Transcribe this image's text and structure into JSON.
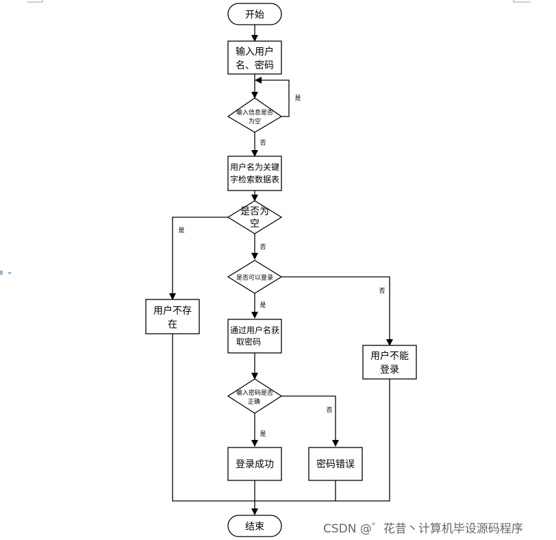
{
  "flowchart": {
    "start_label": "开始",
    "input_user_line1": "输入用户",
    "input_user_line2": "名、密码",
    "check_input_empty_line1": "输入信息是否",
    "check_input_empty_line2": "为空",
    "yes_loop_label": "是",
    "no_label_1": "否",
    "search_table_line1": "用户名为关键",
    "search_table_line2": "字检索数据表",
    "check_empty_line1": "是否为",
    "check_empty_line2": "空",
    "yes_label_left": "是",
    "no_label_2": "否",
    "user_not_exist_line1": "用户不存",
    "user_not_exist_line2": "在",
    "can_login_check": "是否可以登录",
    "yes_label_3": "是",
    "no_label_3": "否",
    "get_password_line1": "通过用户名获",
    "get_password_line2": "取密码",
    "user_cannot_login_line1": "用户不能",
    "user_cannot_login_line2": "登录",
    "check_password_line1": "输入密码是否",
    "check_password_line2": "正确",
    "yes_label_4": "是",
    "no_label_4": "否",
    "login_success": "登录成功",
    "password_error": "密码错误",
    "end_label": "结束"
  },
  "watermark": "CSDN @゛花昔丶计算机毕设源码程序",
  "colors": {
    "stroke": "#000000",
    "background": "#ffffff",
    "watermark": "#666666"
  }
}
